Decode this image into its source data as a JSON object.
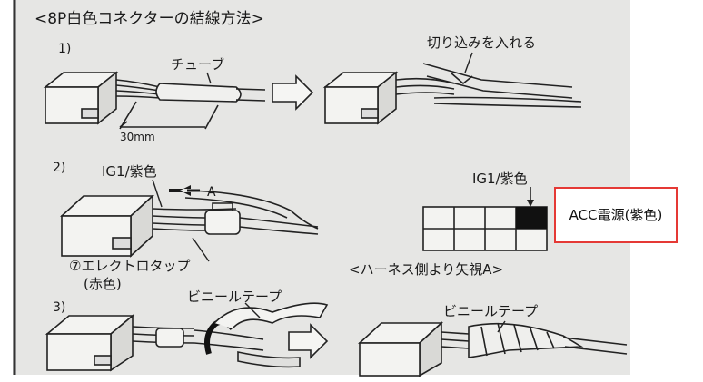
{
  "colors": {
    "paper": "#e6e6e4",
    "ink": "#1a1a1a",
    "callout_border": "#e53935",
    "callout_fill": "#ffffff",
    "black_cell": "#111111"
  },
  "document": {
    "title": "<8P白色コネクターの結線方法>",
    "steps": [
      {
        "number": "1)",
        "labels": {
          "tube": "チューブ",
          "dimension": "30mm",
          "cut": "切り込みを入れる"
        }
      },
      {
        "number": "2)",
        "labels": {
          "ig1_wire": "IG1/紫色",
          "arrow_a": "A",
          "tap_name": "⑦エレクトロタップ",
          "tap_color": "(赤色)",
          "ig1_grid": "IG1/紫色",
          "view_caption": "<ハーネス側より矢視A>"
        },
        "grid": {
          "rows": 2,
          "cols": 4,
          "black_cell": "top-right"
        }
      },
      {
        "number": "3)",
        "labels": {
          "tape_left": "ビニールテープ",
          "tape_right": "ビニールテープ"
        }
      }
    ]
  },
  "callout": {
    "text": "ACC電源(紫色)",
    "border_color": "#e53935"
  }
}
